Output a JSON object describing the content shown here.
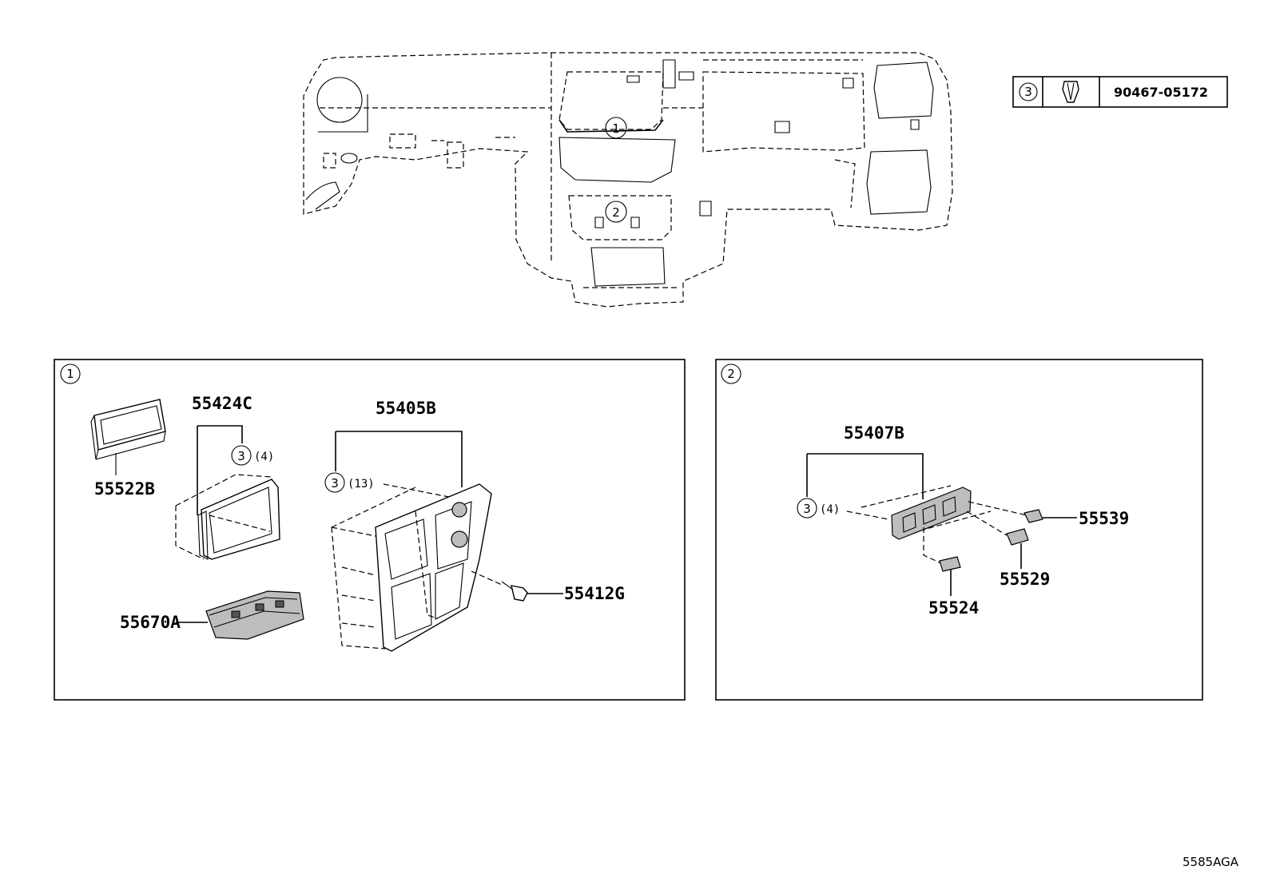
{
  "diagram_code": "5585AGA",
  "legend": {
    "ref": "3",
    "part_number": "90467-05172",
    "icon": "clip-icon"
  },
  "overview": {
    "callouts": [
      "1",
      "2"
    ]
  },
  "panel_1": {
    "id": "1",
    "parts": {
      "p55522b": "55522B",
      "p55424c": "55424C",
      "p55405b": "55405B",
      "p55412g": "55412G",
      "p55670a": "55670A"
    },
    "refs": [
      {
        "ref": "3",
        "qty": "(4)"
      },
      {
        "ref": "3",
        "qty": "(13)"
      }
    ]
  },
  "panel_2": {
    "id": "2",
    "parts": {
      "p55407b": "55407B",
      "p55539": "55539",
      "p55529": "55529",
      "p55524": "55524"
    },
    "refs": [
      {
        "ref": "3",
        "qty": "(4)"
      }
    ]
  }
}
